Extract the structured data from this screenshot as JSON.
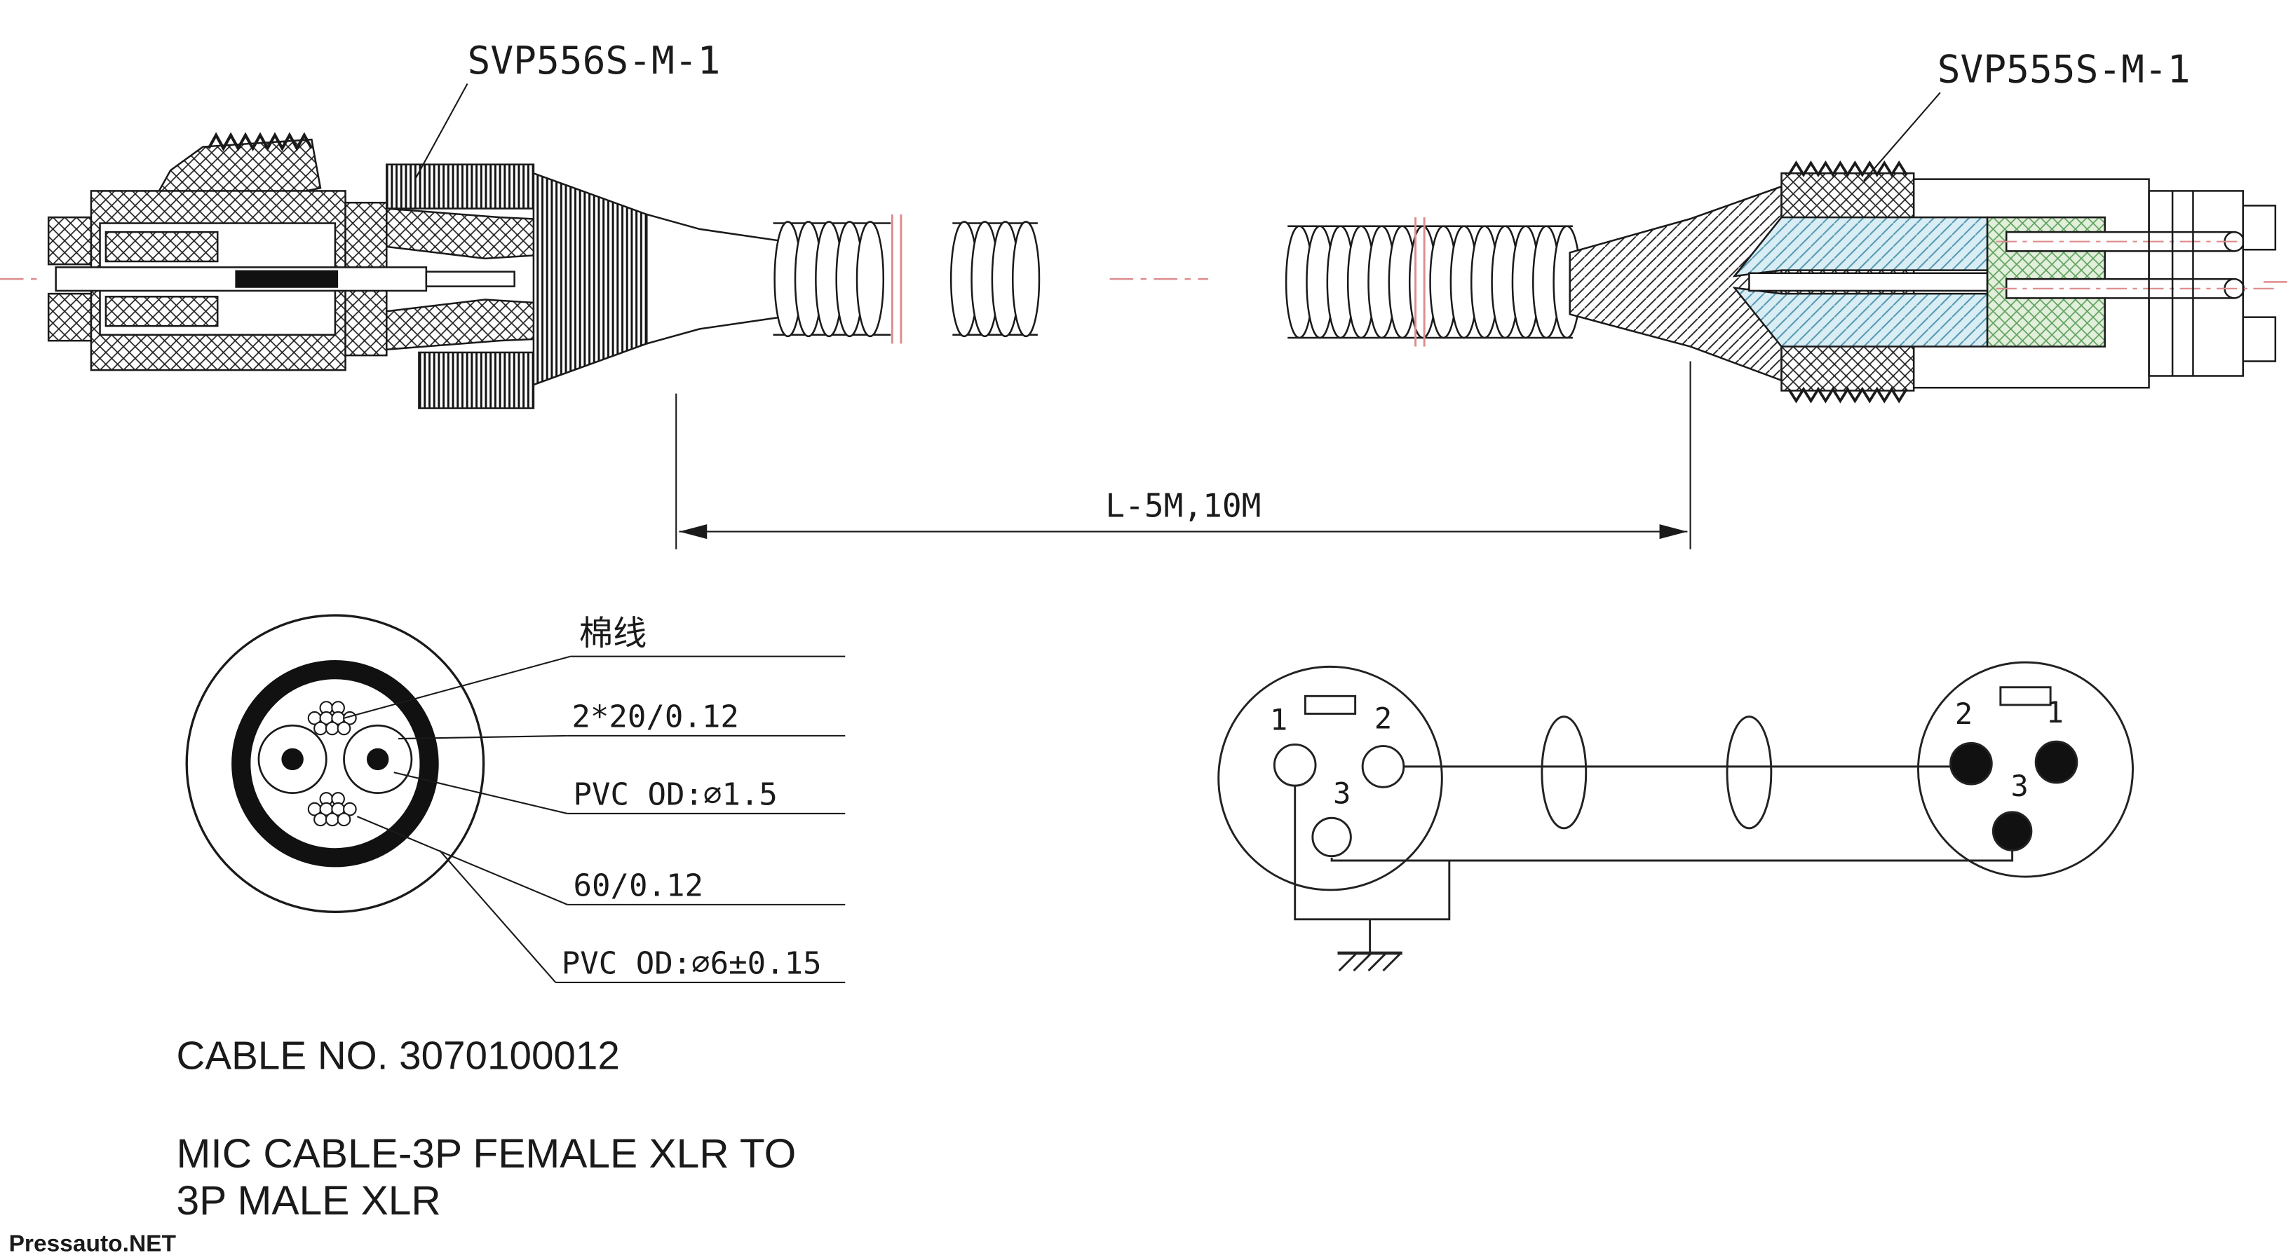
{
  "diagram": {
    "connector_left": {
      "label": "SVP556S-M-1"
    },
    "connector_right": {
      "label": "SVP555S-M-1"
    },
    "dimension": {
      "length_label": "L-5M,10M"
    },
    "cable_cross_section": {
      "labels": {
        "cotton_thread": "棉线",
        "conductor": "2*20/0.12",
        "insulation_od": "PVC OD:∅1.5",
        "filler": "60/0.12",
        "jacket_od": "PVC OD:∅6±0.15"
      }
    },
    "schematic": {
      "left_pins": {
        "pin1": "1",
        "pin2": "2",
        "pin3": "3"
      },
      "right_pins": {
        "pin1": "1",
        "pin2": "2",
        "pin3": "3"
      }
    },
    "notes": {
      "cable_no": "CABLE NO. 3070100012",
      "description_line1": "MIC CABLE-3P FEMALE XLR TO",
      "description_line2": "3P MALE XLR"
    },
    "watermark": {
      "text": "Pressauto.NET",
      "color": "#1459b8"
    },
    "colors": {
      "line": "#1a1a1a",
      "centerline_red": "#dd8c8c",
      "collet_cyan_fill": "#d8edf4",
      "insert_green_fill": "#e2efdb"
    }
  }
}
